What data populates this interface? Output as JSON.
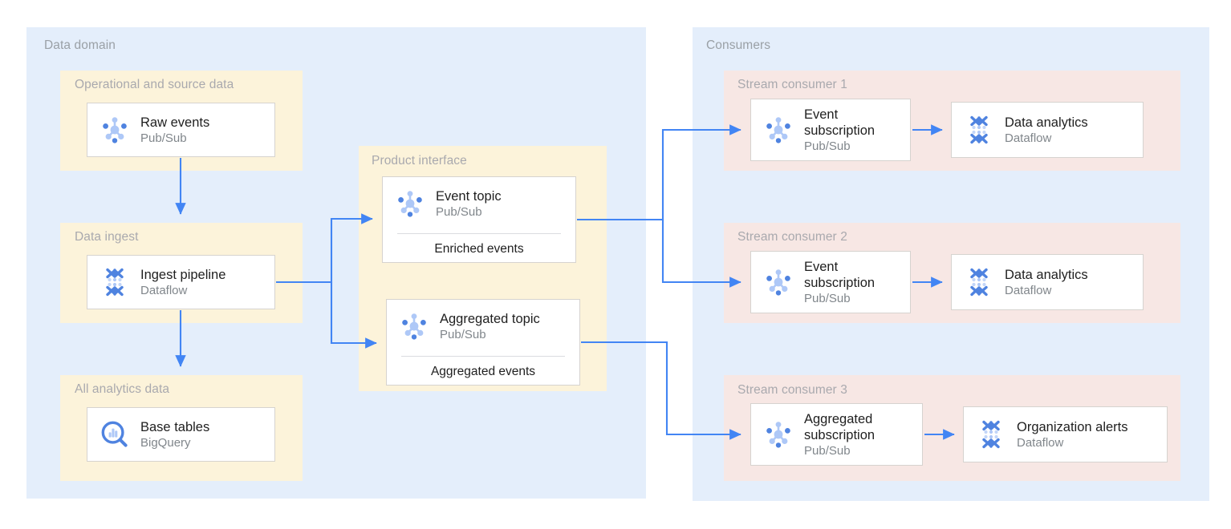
{
  "diagram": {
    "accent_blue": "#4285f4",
    "panel_blue": "#e4eefb",
    "group_yellow": "#fcf3da",
    "group_pink": "#f7e7e4",
    "card_white": "#ffffff",
    "zone_title_color": "#9aa0a6"
  },
  "zones": {
    "data_domain": {
      "label": "Data domain"
    },
    "consumers": {
      "label": "Consumers"
    }
  },
  "groups": {
    "operational": {
      "label": "Operational and source data"
    },
    "data_ingest": {
      "label": "Data ingest"
    },
    "all_analytics": {
      "label": "All analytics data"
    },
    "product_interface": {
      "label": "Product interface"
    },
    "stream_consumer_1": {
      "label": "Stream consumer 1"
    },
    "stream_consumer_2": {
      "label": "Stream consumer 2"
    },
    "stream_consumer_3": {
      "label": "Stream consumer 3"
    }
  },
  "nodes": {
    "raw_events": {
      "title": "Raw events",
      "subtitle": "Pub/Sub",
      "icon": "pubsub-icon"
    },
    "ingest_pipeline": {
      "title": "Ingest pipeline",
      "subtitle": "Dataflow",
      "icon": "dataflow-icon"
    },
    "base_tables": {
      "title": "Base tables",
      "subtitle": "BigQuery",
      "icon": "bigquery-icon"
    },
    "event_topic": {
      "title": "Event topic",
      "subtitle": "Pub/Sub",
      "icon": "pubsub-icon",
      "footer": "Enriched events"
    },
    "aggregated_topic": {
      "title": "Aggregated topic",
      "subtitle": "Pub/Sub",
      "icon": "pubsub-icon",
      "footer": "Aggregated events"
    },
    "event_sub_1": {
      "title": "Event subscription",
      "subtitle": "Pub/Sub",
      "icon": "pubsub-icon"
    },
    "analytics_1": {
      "title": "Data analytics",
      "subtitle": "Dataflow",
      "icon": "dataflow-icon"
    },
    "event_sub_2": {
      "title": "Event subscription",
      "subtitle": "Pub/Sub",
      "icon": "pubsub-icon"
    },
    "analytics_2": {
      "title": "Data analytics",
      "subtitle": "Dataflow",
      "icon": "dataflow-icon"
    },
    "aggregated_sub": {
      "title": "Aggregated subscription",
      "subtitle": "Pub/Sub",
      "icon": "pubsub-icon"
    },
    "org_alerts": {
      "title": "Organization alerts",
      "subtitle": "Dataflow",
      "icon": "dataflow-icon"
    }
  }
}
